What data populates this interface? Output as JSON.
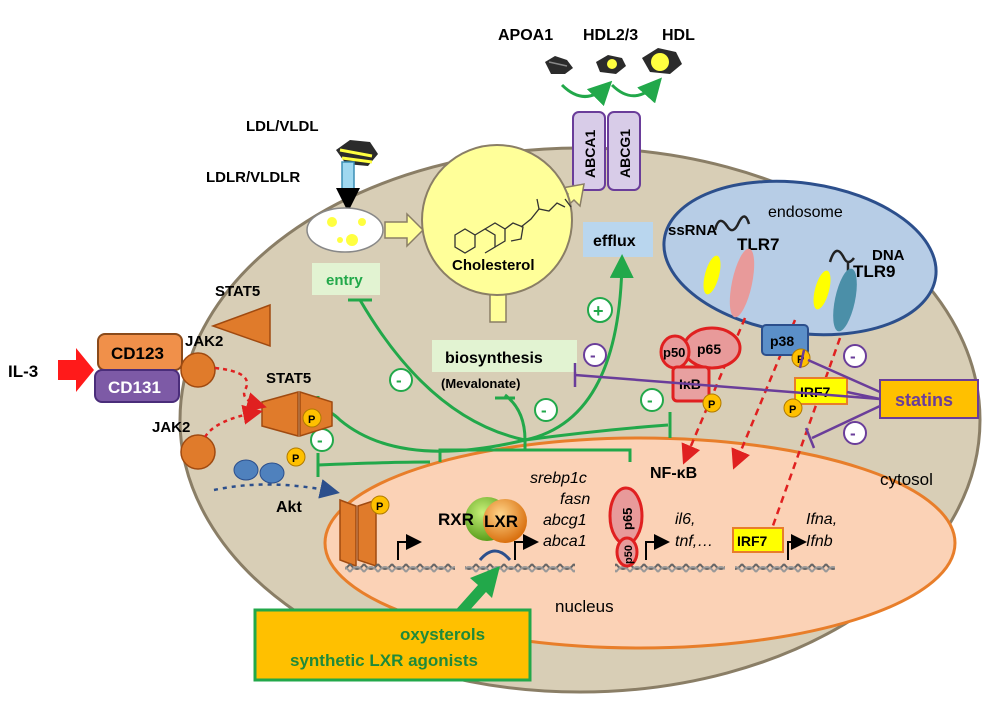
{
  "colors": {
    "cell_fill": "#d8ceb6",
    "cell_stroke": "#8a7e66",
    "nucleus_fill": "#fbd2b6",
    "nucleus_stroke": "#e87e2a",
    "endosome_fill": "#b7cde6",
    "endosome_stroke": "#2c4f8c",
    "green": "#22a84a",
    "red": "#e02020",
    "purple": "#6a3d9a",
    "yellow_fill": "#ffff99",
    "label_green_bg": "#e2f3d2",
    "label_blue_bg": "#b9d6ee",
    "orange": "#e07b2b",
    "gold": "#ffc000"
  },
  "labels": {
    "apoa1": "APOA1",
    "hdl23": "HDL2/3",
    "hdl": "HDL",
    "ldl_vldl": "LDL/VLDL",
    "ldlr_vldlr": "LDLR/VLDLR",
    "abca1": "ABCA1",
    "abcg1": "ABCG1",
    "cholesterol": "Cholesterol",
    "efflux": "efflux",
    "entry": "entry",
    "biosynthesis": "biosynthesis",
    "mevalonate": "(Mevalonate)",
    "endosome": "endosome",
    "ssrna": "ssRNA",
    "tlr7": "TLR7",
    "dna": "DNA",
    "tlr9": "TLR9",
    "p50": "p50",
    "p65": "p65",
    "ikb": "IκB",
    "p38": "p38",
    "irf7": "IRF7",
    "statins": "statins",
    "stat5_top": "STAT5",
    "stat5_mid": "STAT5",
    "jak2_top": "JAK2",
    "jak2_bottom": "JAK2",
    "akt": "Akt",
    "il3": "IL-3",
    "cd123": "CD123",
    "cd131": "CD131",
    "nfkb": "NF-κB",
    "cytosol": "cytosol",
    "nucleus": "nucleus",
    "rxr": "RXR",
    "lxr": "LXR",
    "p": "P",
    "plus": "+",
    "minus": "-",
    "genes_lxr": [
      "srebp1c",
      "fasn",
      "abcg1",
      "abca1"
    ],
    "genes_nfkb": [
      "il6,",
      "tnf,…"
    ],
    "genes_irf7": [
      "Ifna,",
      "Ifnb"
    ],
    "nuc_p65": "p65",
    "nuc_p50": "p50",
    "nuc_irf7": "IRF7",
    "agonists_line1": "oxysterols",
    "agonists_line2": "synthetic LXR agonists"
  }
}
